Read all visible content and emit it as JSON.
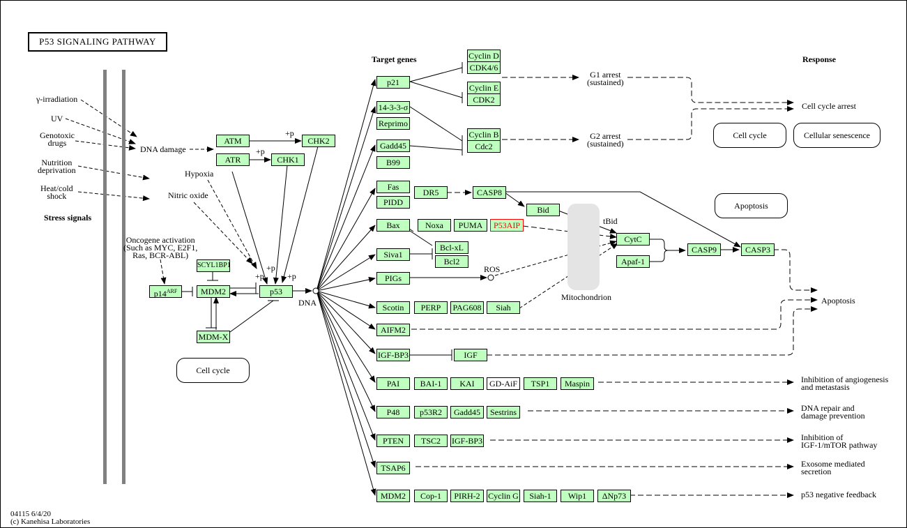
{
  "title": "P53 SIGNALING PATHWAY",
  "stress_signals": {
    "heading": "Stress signals",
    "items": [
      "γ-irradiation",
      "UV",
      "Genotoxic\ndrugs",
      "Nutrition\ndeprivation",
      "Heat/cold\nshock"
    ],
    "dna_damage": "DNA damage",
    "hypoxia": "Hypoxia",
    "nitric_oxide": "Nitric oxide",
    "oncogene": "Oncogene activation\n(Such as MYC, E2F1,\nRas, BCR-ABL)"
  },
  "upstream_genes": {
    "atm": "ATM",
    "atr": "ATR",
    "chk2": "CHK2",
    "chk1": "CHK1",
    "p14arf": "p14",
    "p14arf_sup": "ARF",
    "mdm2": "MDM2",
    "scyl1bp1": "SCYL1BP1",
    "mdmx": "MDM-X",
    "p53": "p53",
    "dna": "DNA",
    "plus_p": "+p"
  },
  "target_genes_heading": "Target genes",
  "response_heading": "Response",
  "target_rows": [
    [
      "p21"
    ],
    [
      "14-3-3-σ"
    ],
    [
      "Reprimo"
    ],
    [
      "Gadd45"
    ],
    [
      "B99"
    ],
    [
      "Fas"
    ],
    [
      "PIDD"
    ]
  ],
  "cell_cycle_genes": {
    "cyclin_d": "Cyclin D",
    "cdk46": "CDK4/6",
    "cyclin_e": "Cyclin E",
    "cdk2": "CDK2",
    "cyclin_b": "Cyclin B",
    "cdc2": "Cdc2"
  },
  "arrest": {
    "g1": "G1 arrest\n(sustained)",
    "g2": "G2 arrest\n(sustained)",
    "cell_cycle_arrest": "Cell cycle arrest"
  },
  "apoptosis_genes": {
    "dr5": "DR5",
    "casp8": "CASP8",
    "bid": "Bid",
    "tbid": "tBid",
    "bax": "Bax",
    "noxa": "Noxa",
    "puma": "PUMA",
    "p53aip": "P53AIP",
    "bclxl": "Bcl-xL",
    "bcl2": "Bcl2",
    "siva1": "Siva1",
    "pigs": "PIGs",
    "ros": "ROS",
    "scotin": "Scotin",
    "perp": "PERP",
    "pag608": "PAG608",
    "siah": "Siah",
    "cytc": "CytC",
    "apaf1": "Apaf-1",
    "casp9": "CASP9",
    "casp3": "CASP3",
    "mitochondrion": "Mitochondrion",
    "aifm2": "AIFM2",
    "igfbp3": "IGF-BP3",
    "igf": "IGF"
  },
  "lower_rows": {
    "angio": [
      "PAI",
      "BAI-1",
      "KAI",
      "GD-AiF",
      "TSP1",
      "Maspin"
    ],
    "dna_repair": [
      "P48",
      "p53R2",
      "Gadd45",
      "Sestrins"
    ],
    "igf": [
      "PTEN",
      "TSC2",
      "IGF-BP3"
    ],
    "exosome": [
      "TSAP6"
    ],
    "feedback": [
      "MDM2",
      "Cop-1",
      "PIRH-2",
      "Cyclin G",
      "Siah-1",
      "Wip1",
      "ΔNp73"
    ]
  },
  "responses": {
    "apoptosis": "Apoptosis",
    "angio": "Inhibition of angiogenesis\nand metastasis",
    "dna_repair": "DNA repair and\ndamage prevention",
    "igf": "Inhibition of\nIGF-1/mTOR pathway",
    "exosome": "Exosome mediated\nsecretion",
    "feedback": "p53 negative feedback"
  },
  "map_links": {
    "cell_cycle_left": "Cell cycle",
    "cell_cycle_right": "Cell cycle",
    "senescence": "Cellular senescence",
    "apoptosis": "Apoptosis"
  },
  "footer": {
    "id_date": "04115 6/4/20",
    "copyright": "(c) Kanehisa Laboratories"
  },
  "colors": {
    "gene_fill": "#bfffbf",
    "highlight": "#ff0000",
    "membrane": "#808080",
    "mitochondrion": "#e4e4e4"
  }
}
